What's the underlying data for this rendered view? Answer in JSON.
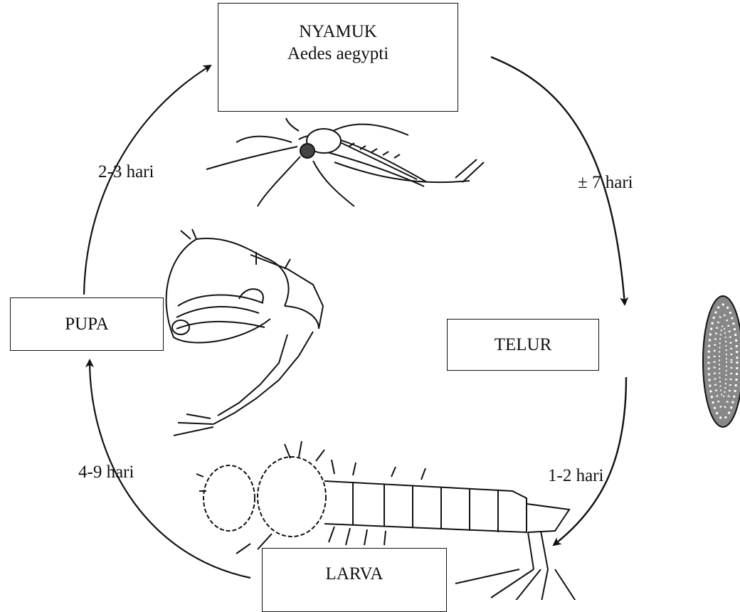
{
  "stages": {
    "nyamuk": {
      "title": "NYAMUK",
      "subtitle": "Aedes aegypti"
    },
    "telur": {
      "title": "TELUR"
    },
    "larva": {
      "title": "LARVA"
    },
    "pupa": {
      "title": "PUPA"
    }
  },
  "durations": {
    "pupa_to_nyamuk": "2-3 hari",
    "nyamuk_to_telur": "± 7 hari",
    "telur_to_larva": "1-2 hari",
    "larva_to_pupa": "4-9 hari"
  },
  "illustrations": [
    "mosquito-adult",
    "mosquito-pupa",
    "mosquito-egg",
    "mosquito-larva"
  ],
  "colors": {
    "ink": "#111111",
    "background": "#ffffff"
  }
}
